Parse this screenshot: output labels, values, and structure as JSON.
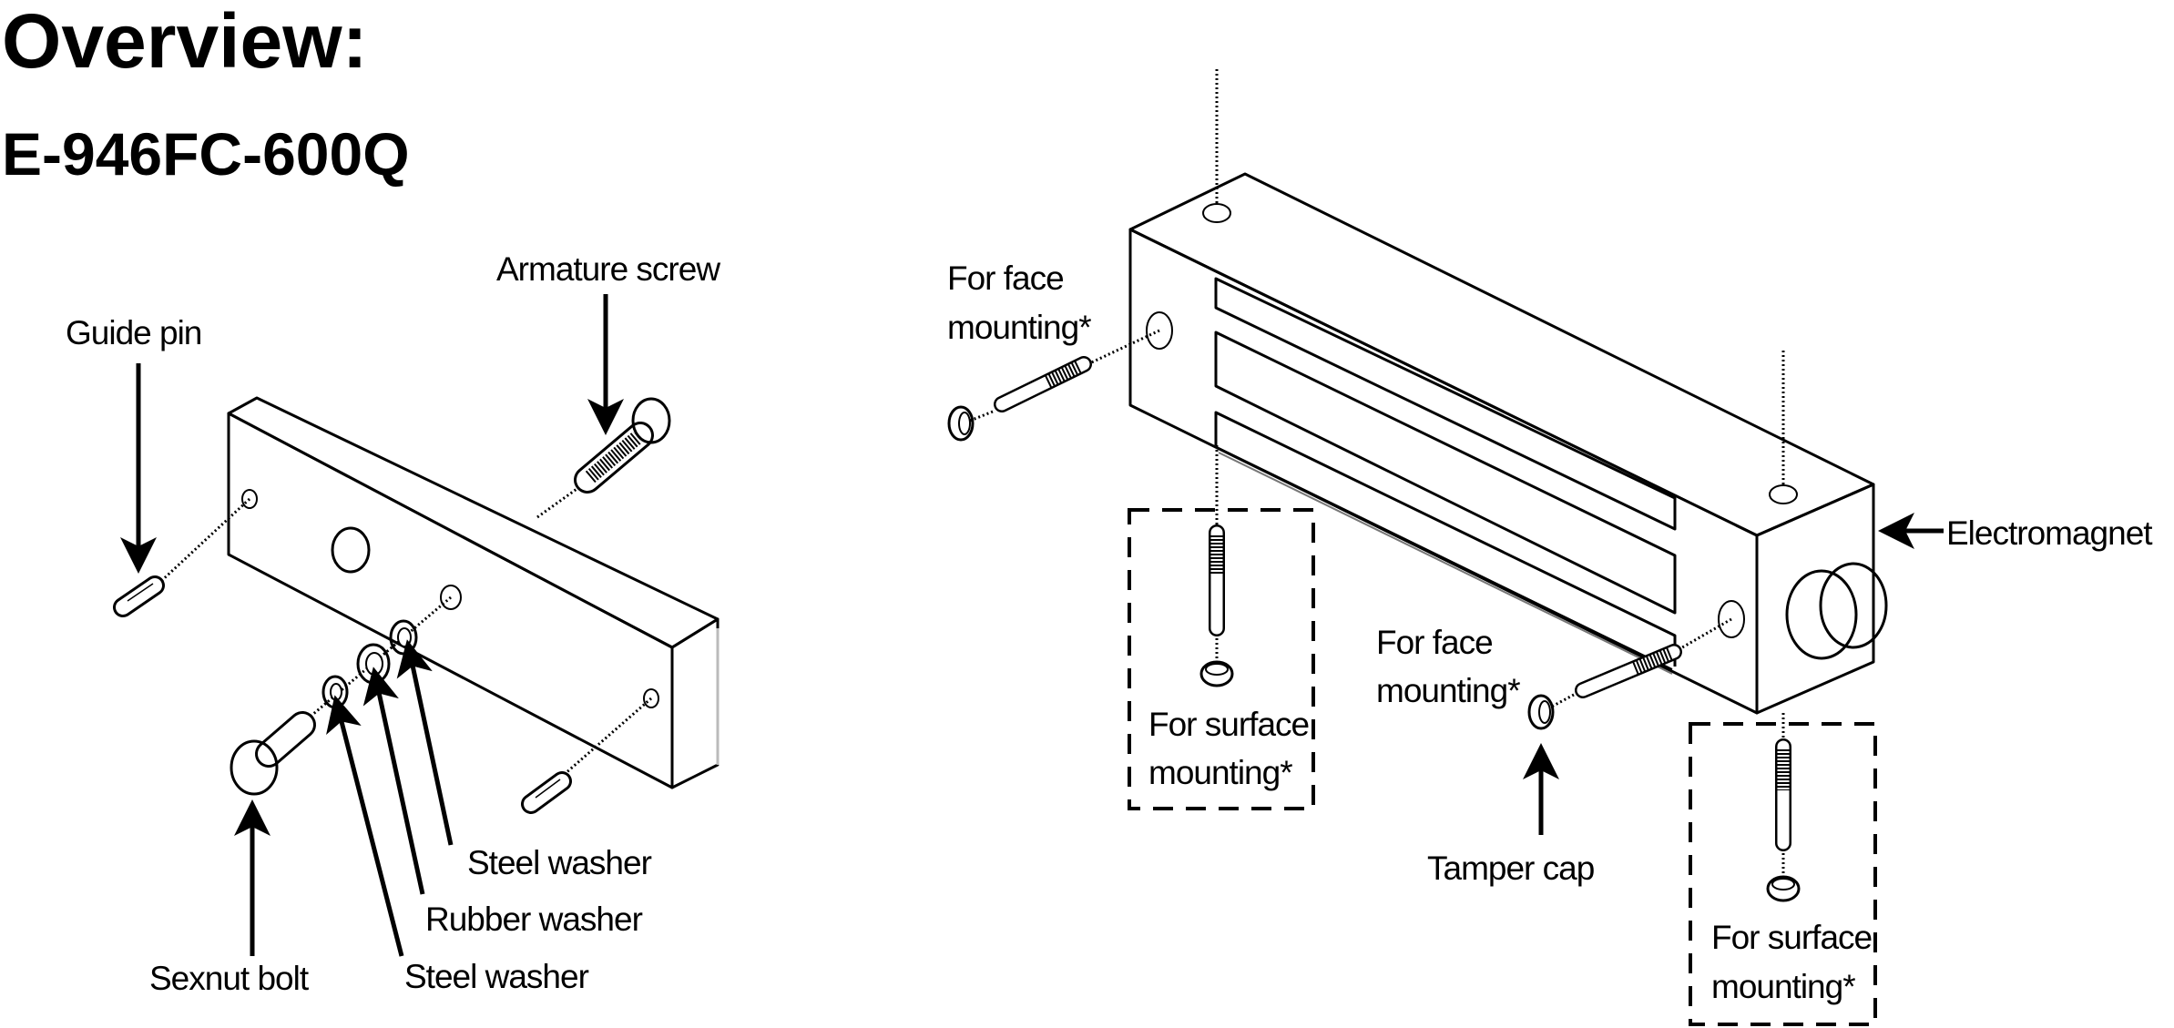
{
  "header": {
    "title": "Overview:",
    "model": "E-946FC-600Q"
  },
  "armature_labels": {
    "armature_screw": "Armature screw",
    "guide_pin": "Guide pin",
    "steel_washer_outer": "Steel washer",
    "rubber_washer": "Rubber washer",
    "steel_washer_inner": "Steel washer",
    "sexnut_bolt": "Sexnut bolt"
  },
  "magnet_labels": {
    "face_mounting_left": [
      "For face",
      "mounting*"
    ],
    "surface_mounting_left": [
      "For surface",
      "mounting*"
    ],
    "face_mounting_right": [
      "For face",
      "mounting*"
    ],
    "tamper_cap": "Tamper cap",
    "electromagnet": "Electromagnet",
    "surface_mounting_right": [
      "For surface",
      "mounting*"
    ]
  }
}
